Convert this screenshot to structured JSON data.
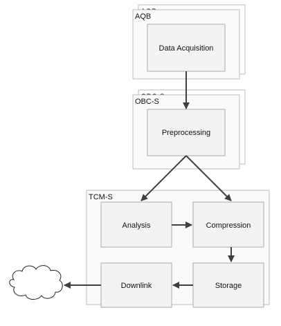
{
  "containers": {
    "aqb": {
      "label": "AQB",
      "back_label": "AQB"
    },
    "obc": {
      "label": "OBC-S",
      "back_label": "OBC-S"
    },
    "tcm": {
      "label": "TCM-S"
    }
  },
  "processes": {
    "data_acquisition": "Data Acquisition",
    "preprocessing": "Preprocessing",
    "analysis": "Analysis",
    "compression": "Compression",
    "downlink": "Downlink",
    "storage": "Storage"
  }
}
